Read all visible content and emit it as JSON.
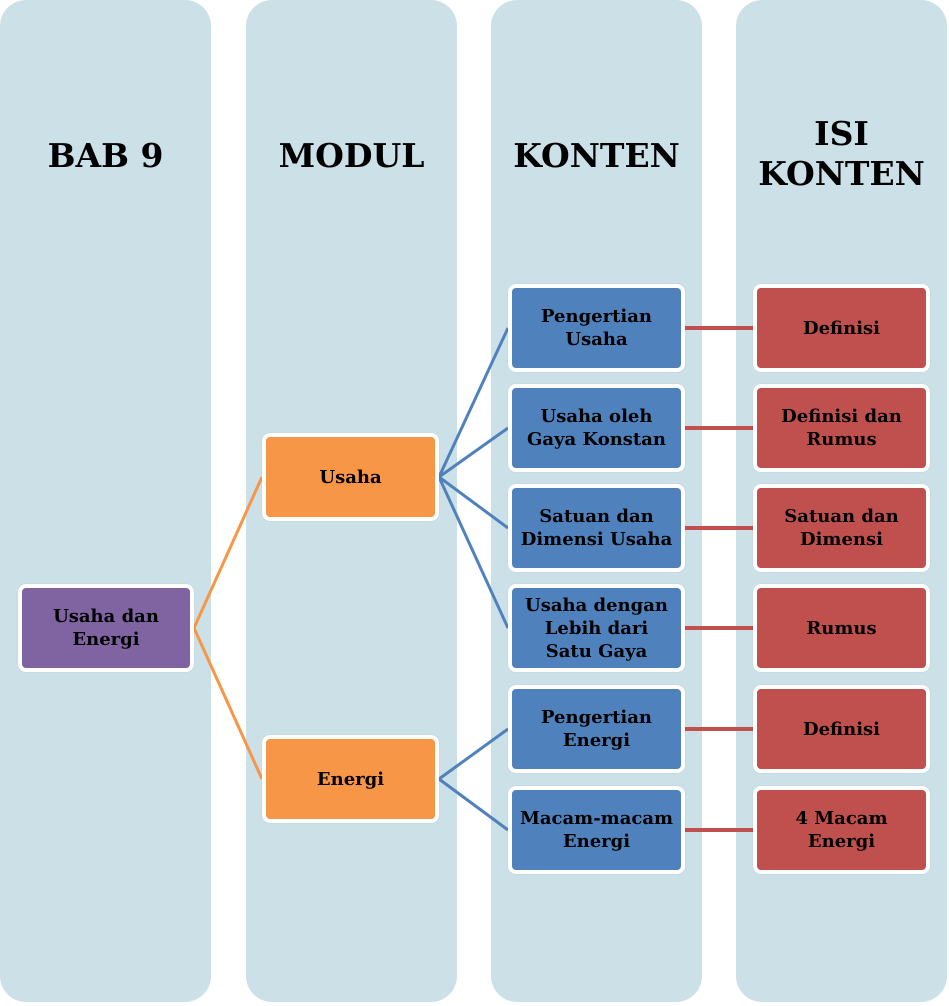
{
  "columns": [
    {
      "id": "bab",
      "title": "BAB 9"
    },
    {
      "id": "modul",
      "title": "MODUL"
    },
    {
      "id": "konten",
      "title": "KONTEN"
    },
    {
      "id": "isi_konten",
      "title": "ISI KONTEN"
    }
  ],
  "colors": {
    "column_bg": "#CCE0E8",
    "chapter": "#8064A2",
    "module": "#F79646",
    "content": "#4F81BD",
    "content_detail": "#C0504D",
    "module_link": "#F79646",
    "content_link": "#4F81BD",
    "detail_link": "#C0504D"
  },
  "chapter": {
    "label": "Usaha dan Energi"
  },
  "modules": [
    {
      "label": "Usaha"
    },
    {
      "label": "Energi"
    }
  ],
  "contents": [
    {
      "label": "Pengertian Usaha",
      "module": 0,
      "detail": "Definisi"
    },
    {
      "label": "Usaha oleh Gaya Konstan",
      "module": 0,
      "detail": "Definisi dan Rumus"
    },
    {
      "label": "Satuan dan Dimensi Usaha",
      "module": 0,
      "detail": "Satuan dan Dimensi"
    },
    {
      "label": "Usaha dengan Lebih dari Satu Gaya",
      "module": 0,
      "detail": "Rumus"
    },
    {
      "label": "Pengertian Energi",
      "module": 1,
      "detail": "Definisi"
    },
    {
      "label": "Macam-macam Energi",
      "module": 1,
      "detail": "4 Macam Energi"
    }
  ]
}
